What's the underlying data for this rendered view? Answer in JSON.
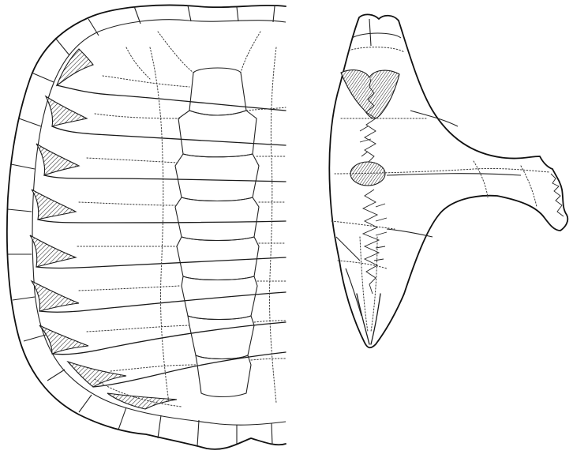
{
  "figure": {
    "panels": [
      {
        "id": "carapace",
        "icon": "carapace-illustration"
      },
      {
        "id": "plastron",
        "icon": "plastron-illustration"
      }
    ],
    "ink_color": "#1a1a1a",
    "paper_color": "#ffffff"
  }
}
